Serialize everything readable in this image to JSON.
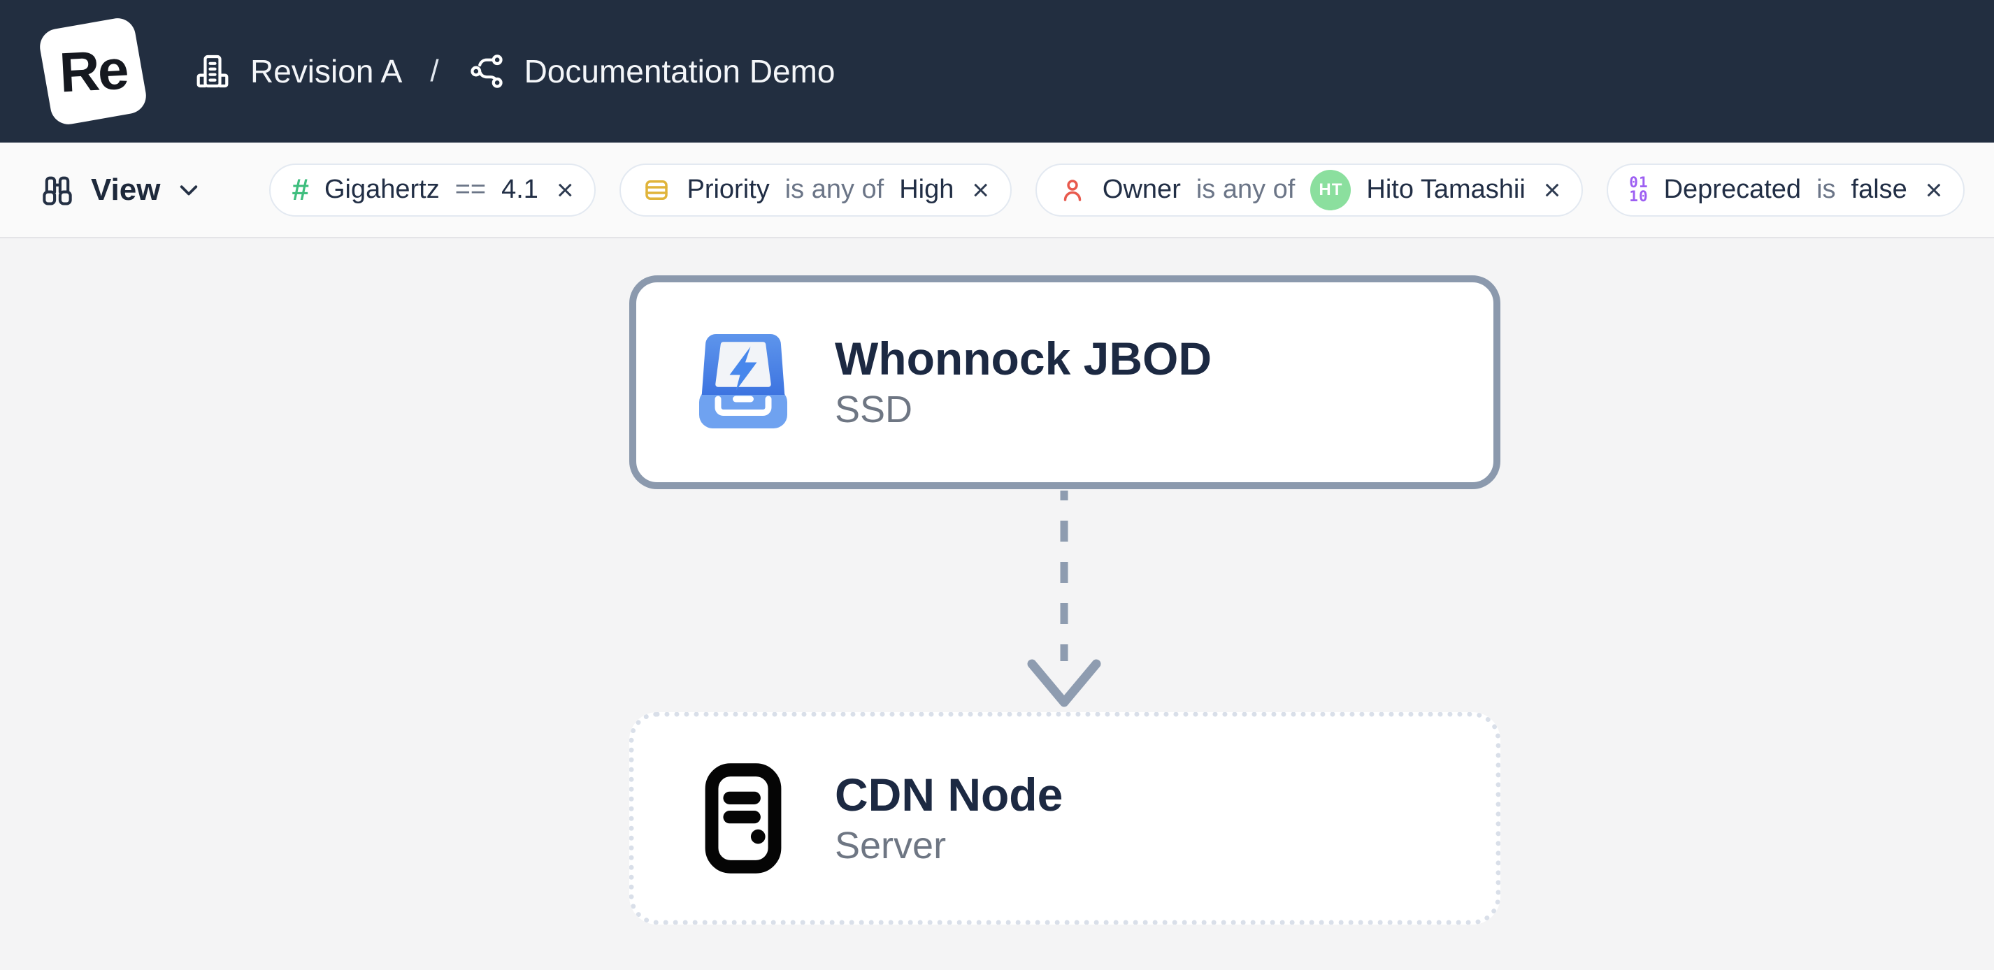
{
  "topbar": {
    "logo": "Re",
    "breadcrumb": {
      "project": "Revision A",
      "separator": "/",
      "page": "Documentation Demo"
    }
  },
  "filterbar": {
    "view": {
      "label": "View"
    },
    "hash_glyph": "#",
    "close_glyph": "×",
    "chips": [
      {
        "icon": "hash-icon",
        "field": "Gigahertz",
        "operator": "==",
        "value": "4.1"
      },
      {
        "icon": "rows-icon",
        "field": "Priority",
        "operator": "is any of",
        "value": "High"
      },
      {
        "icon": "user-icon",
        "field": "Owner",
        "operator": "is any of",
        "avatar_initials": "HT",
        "value": "Hito Tamashii"
      },
      {
        "icon": "binary-icon",
        "binary_top": "01",
        "binary_bottom": "10",
        "field": "Deprecated",
        "operator": "is",
        "value": "false"
      }
    ]
  },
  "canvas": {
    "nodes": [
      {
        "id": "whonnock-jbod",
        "title": "Whonnock JBOD",
        "subtitle": "SSD",
        "icon": "ssd-drive-icon",
        "selected": true,
        "border_style": "solid"
      },
      {
        "id": "cdn-node",
        "title": "CDN Node",
        "subtitle": "Server",
        "icon": "server-icon",
        "selected": false,
        "border_style": "dotted"
      }
    ],
    "edge": {
      "from": "whonnock-jbod",
      "to": "cdn-node",
      "style": "dashed-arrow"
    }
  },
  "colors": {
    "topbar_bg": "#222e40",
    "canvas_bg": "#f4f4f5",
    "filterbar_bg": "#fafafa",
    "chip_border": "#e3e9f1",
    "hash_icon": "#3fbe7e",
    "rows_icon": "#e0b43a",
    "user_icon": "#e8594d",
    "binary_icon": "#9d5ff2",
    "avatar_bg": "#8bdf9e",
    "selected_node_border": "#8b99ad",
    "dotted_node_border": "#d9dfe9",
    "edge_color": "#8e9cb0",
    "node_title": "#1c2942",
    "node_subtitle": "#6e7683"
  }
}
